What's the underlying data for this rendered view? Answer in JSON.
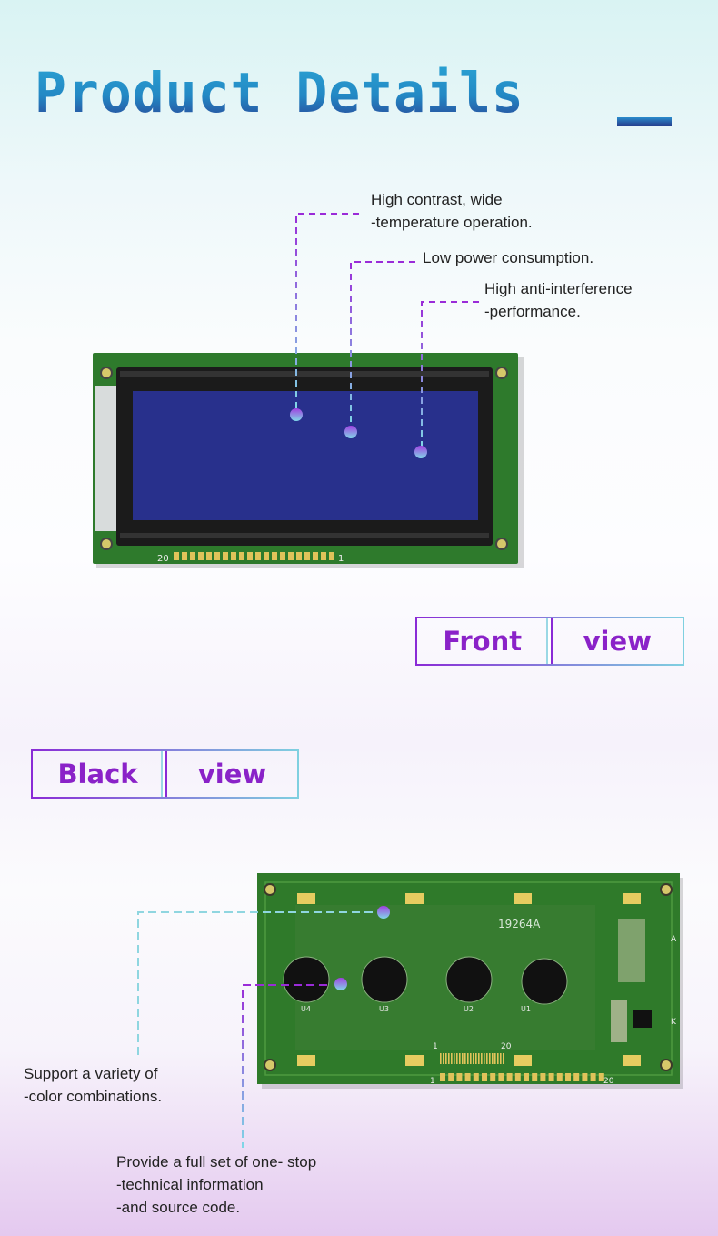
{
  "header": {
    "title": "Product Details"
  },
  "front": {
    "features": [
      "High contrast, wide",
      "-temperature operation.",
      "Low power consumption.",
      "High anti-interference",
      "-performance."
    ],
    "pin_left": "20",
    "pin_right": "1",
    "tag": [
      "Front",
      "view"
    ]
  },
  "back": {
    "tag": [
      "Black",
      "view"
    ],
    "model": "19264A",
    "chips": [
      "U4",
      "U3",
      "U2",
      "U1"
    ],
    "pin_start": "1",
    "pin_end": "20",
    "pin_start2": "1",
    "pin_end2": "20",
    "label_a": "A",
    "label_k": "K",
    "features": [
      "Support a variety of",
      "-color combinations.",
      "Provide a full set of one- stop",
      "-technical information",
      "-and source code."
    ]
  },
  "colors": {
    "accent": "#8a22c8",
    "cyan": "#7fd0e0",
    "pcb": "#2f7a2a",
    "lcd": "#28308c"
  }
}
